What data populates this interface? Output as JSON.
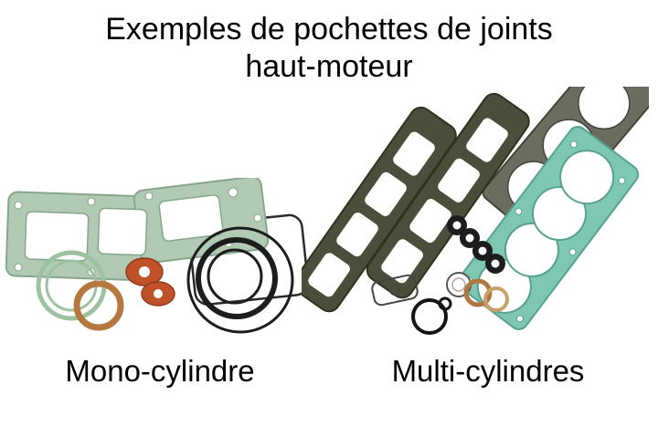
{
  "title": {
    "line1": "Exemples de pochettes de joints",
    "line2": "haut-moteur"
  },
  "captions": {
    "mono": "Mono-cylindre",
    "multi": "Multi-cylindres"
  },
  "palette": {
    "background": "#ffffff",
    "text": "#000000",
    "green_gasket": "#b2cab4",
    "green_gasket_edge": "#85a68a",
    "teal_head_gasket": "#7dc7b3",
    "teal_head_gasket_edge": "#55a28e",
    "dark_valve_gasket": "#4b4e3b",
    "dark_valve_gasket_edge": "#30321f",
    "gray_head_gasket": "#6b6d60",
    "orange_gasket": "#c05229",
    "copper_ring": "#b5793f",
    "black_ring": "#1d1d1d"
  }
}
